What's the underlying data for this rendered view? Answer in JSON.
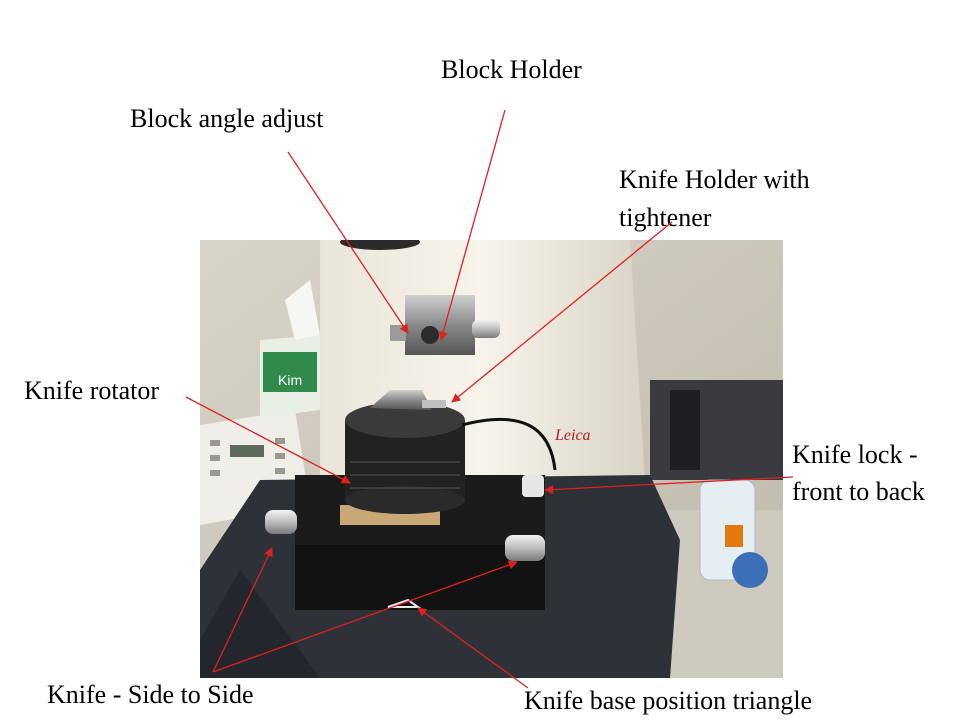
{
  "labels": {
    "block_holder": "Block Holder",
    "block_angle_adjust": "Block angle adjust",
    "knife_holder_line1": "Knife Holder with",
    "knife_holder_line2": "tightener",
    "knife_rotator": "Knife rotator",
    "knife_lock_line1": "Knife lock -",
    "knife_lock_line2": "front to back",
    "knife_side_to_side": "Knife - Side to Side",
    "knife_base_triangle": "Knife base position triangle"
  },
  "photo_label_text": "Leica",
  "box_text": "Kim",
  "colors": {
    "arrow": "#e0201e",
    "body": "#f1eee6",
    "base": "#2d3138",
    "stage": "#1b1b1b"
  }
}
